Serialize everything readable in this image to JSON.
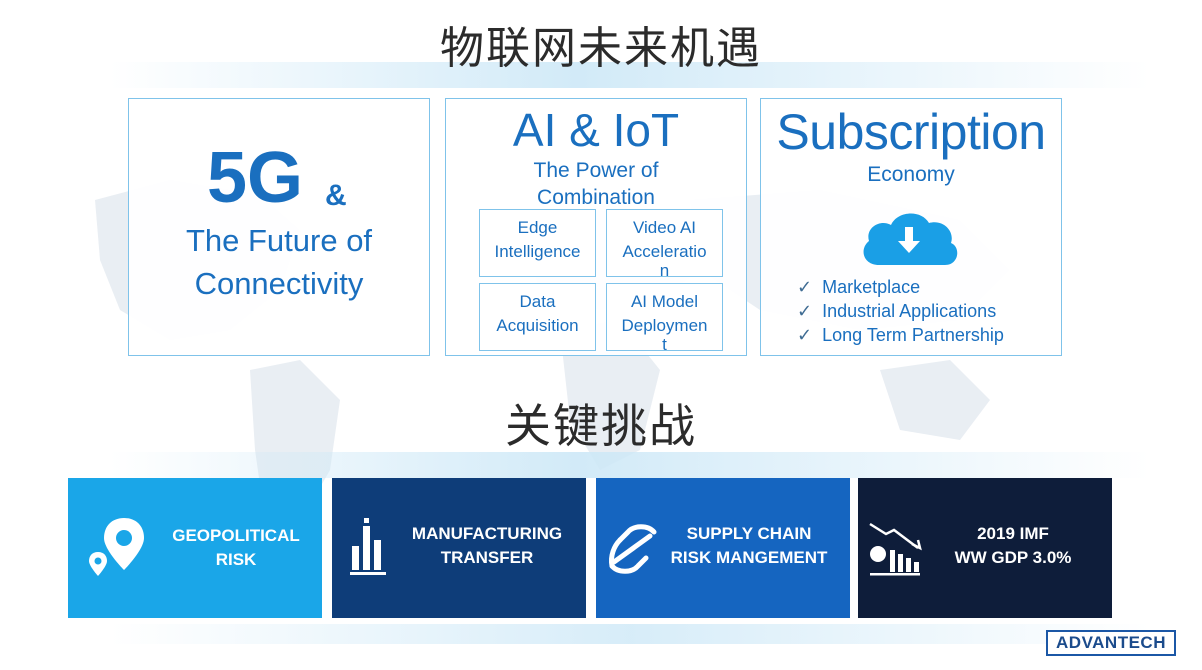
{
  "title_top": "物联网未来机遇",
  "title_mid": "关键挑战",
  "panel_5g": {
    "big": "5G",
    "amp": "&",
    "line1": "The Future of",
    "line2": "Connectivity"
  },
  "panel_ai": {
    "title": "AI & IoT",
    "subtitle_line1": "The Power of",
    "subtitle_line2": "Combination",
    "boxes": [
      {
        "line1": "Edge",
        "line2": "Intelligence",
        "line3": ""
      },
      {
        "line1": "Video AI",
        "line2": "Acceleratio",
        "line3": "n"
      },
      {
        "line1": "Data",
        "line2": "Acquisition",
        "line3": ""
      },
      {
        "line1": "AI Model",
        "line2": "Deploymen",
        "line3": "t"
      }
    ]
  },
  "panel_sub": {
    "title": "Subscription",
    "subtitle": "Economy",
    "check_mark": "✓",
    "items": [
      "Marketplace",
      "Industrial Applications",
      "Long Term Partnership"
    ]
  },
  "cards": [
    {
      "line1": "GEOPOLITICAL",
      "line2": "RISK",
      "icon": "location-pin-icon",
      "color": "#1aa6e8"
    },
    {
      "line1": "MANUFACTURING",
      "line2": "TRANSFER",
      "icon": "bar-chart-icon",
      "color": "#0e3d79"
    },
    {
      "line1": "SUPPLY CHAIN",
      "line2": "RISK MANGEMENT",
      "icon": "chain-link-icon",
      "color": "#1565c0"
    },
    {
      "line1": "2019 IMF",
      "line2": "WW GDP 3.0%",
      "icon": "declining-chart-icon",
      "color": "#0e1d3a"
    }
  ],
  "logo": "ADVANTECH"
}
